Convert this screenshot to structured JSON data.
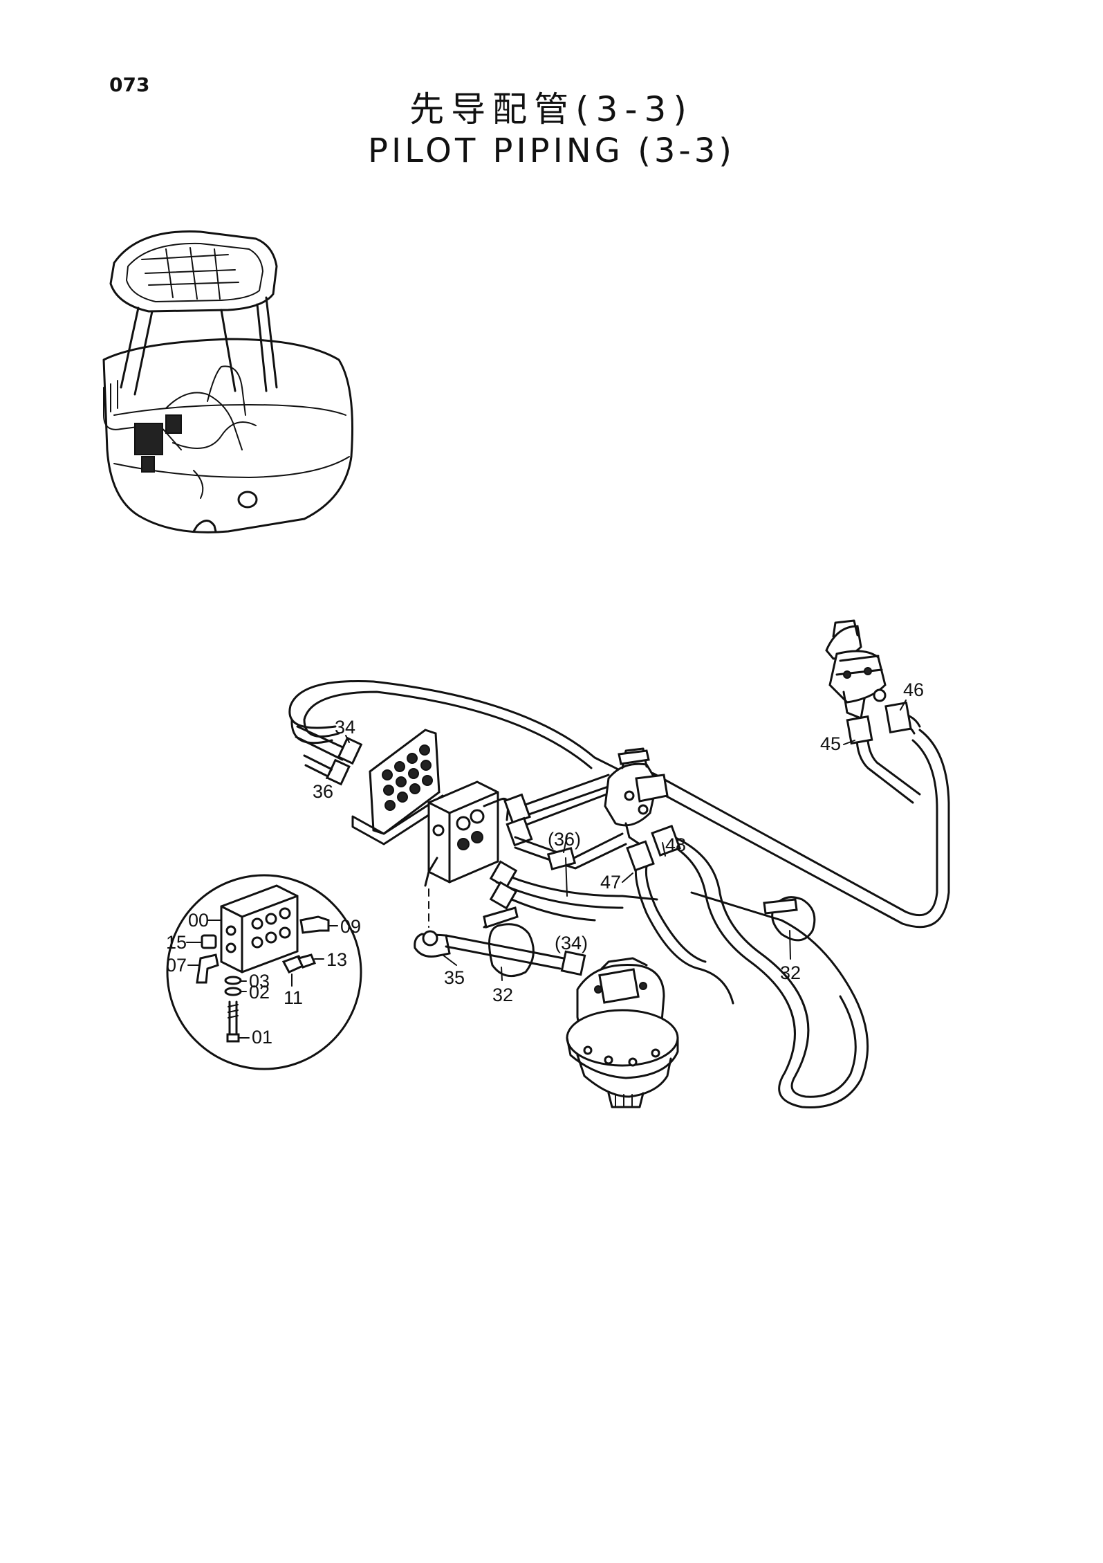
{
  "page_number": "073",
  "title_zh": "先导配管(3-3)",
  "title_en": "PILOT PIPING (3-3)",
  "callouts": {
    "c34": "34",
    "c36": "36",
    "c36p": "(36)",
    "c34p": "(34)",
    "c35": "35",
    "c32a": "32",
    "c32b": "32",
    "c45": "45",
    "c46": "46",
    "c47": "47",
    "c48": "48",
    "c00": "00",
    "c15": "15",
    "c07": "07",
    "c03": "03",
    "c02": "02",
    "c01": "01",
    "c11": "11",
    "c13": "13",
    "c09": "09"
  }
}
